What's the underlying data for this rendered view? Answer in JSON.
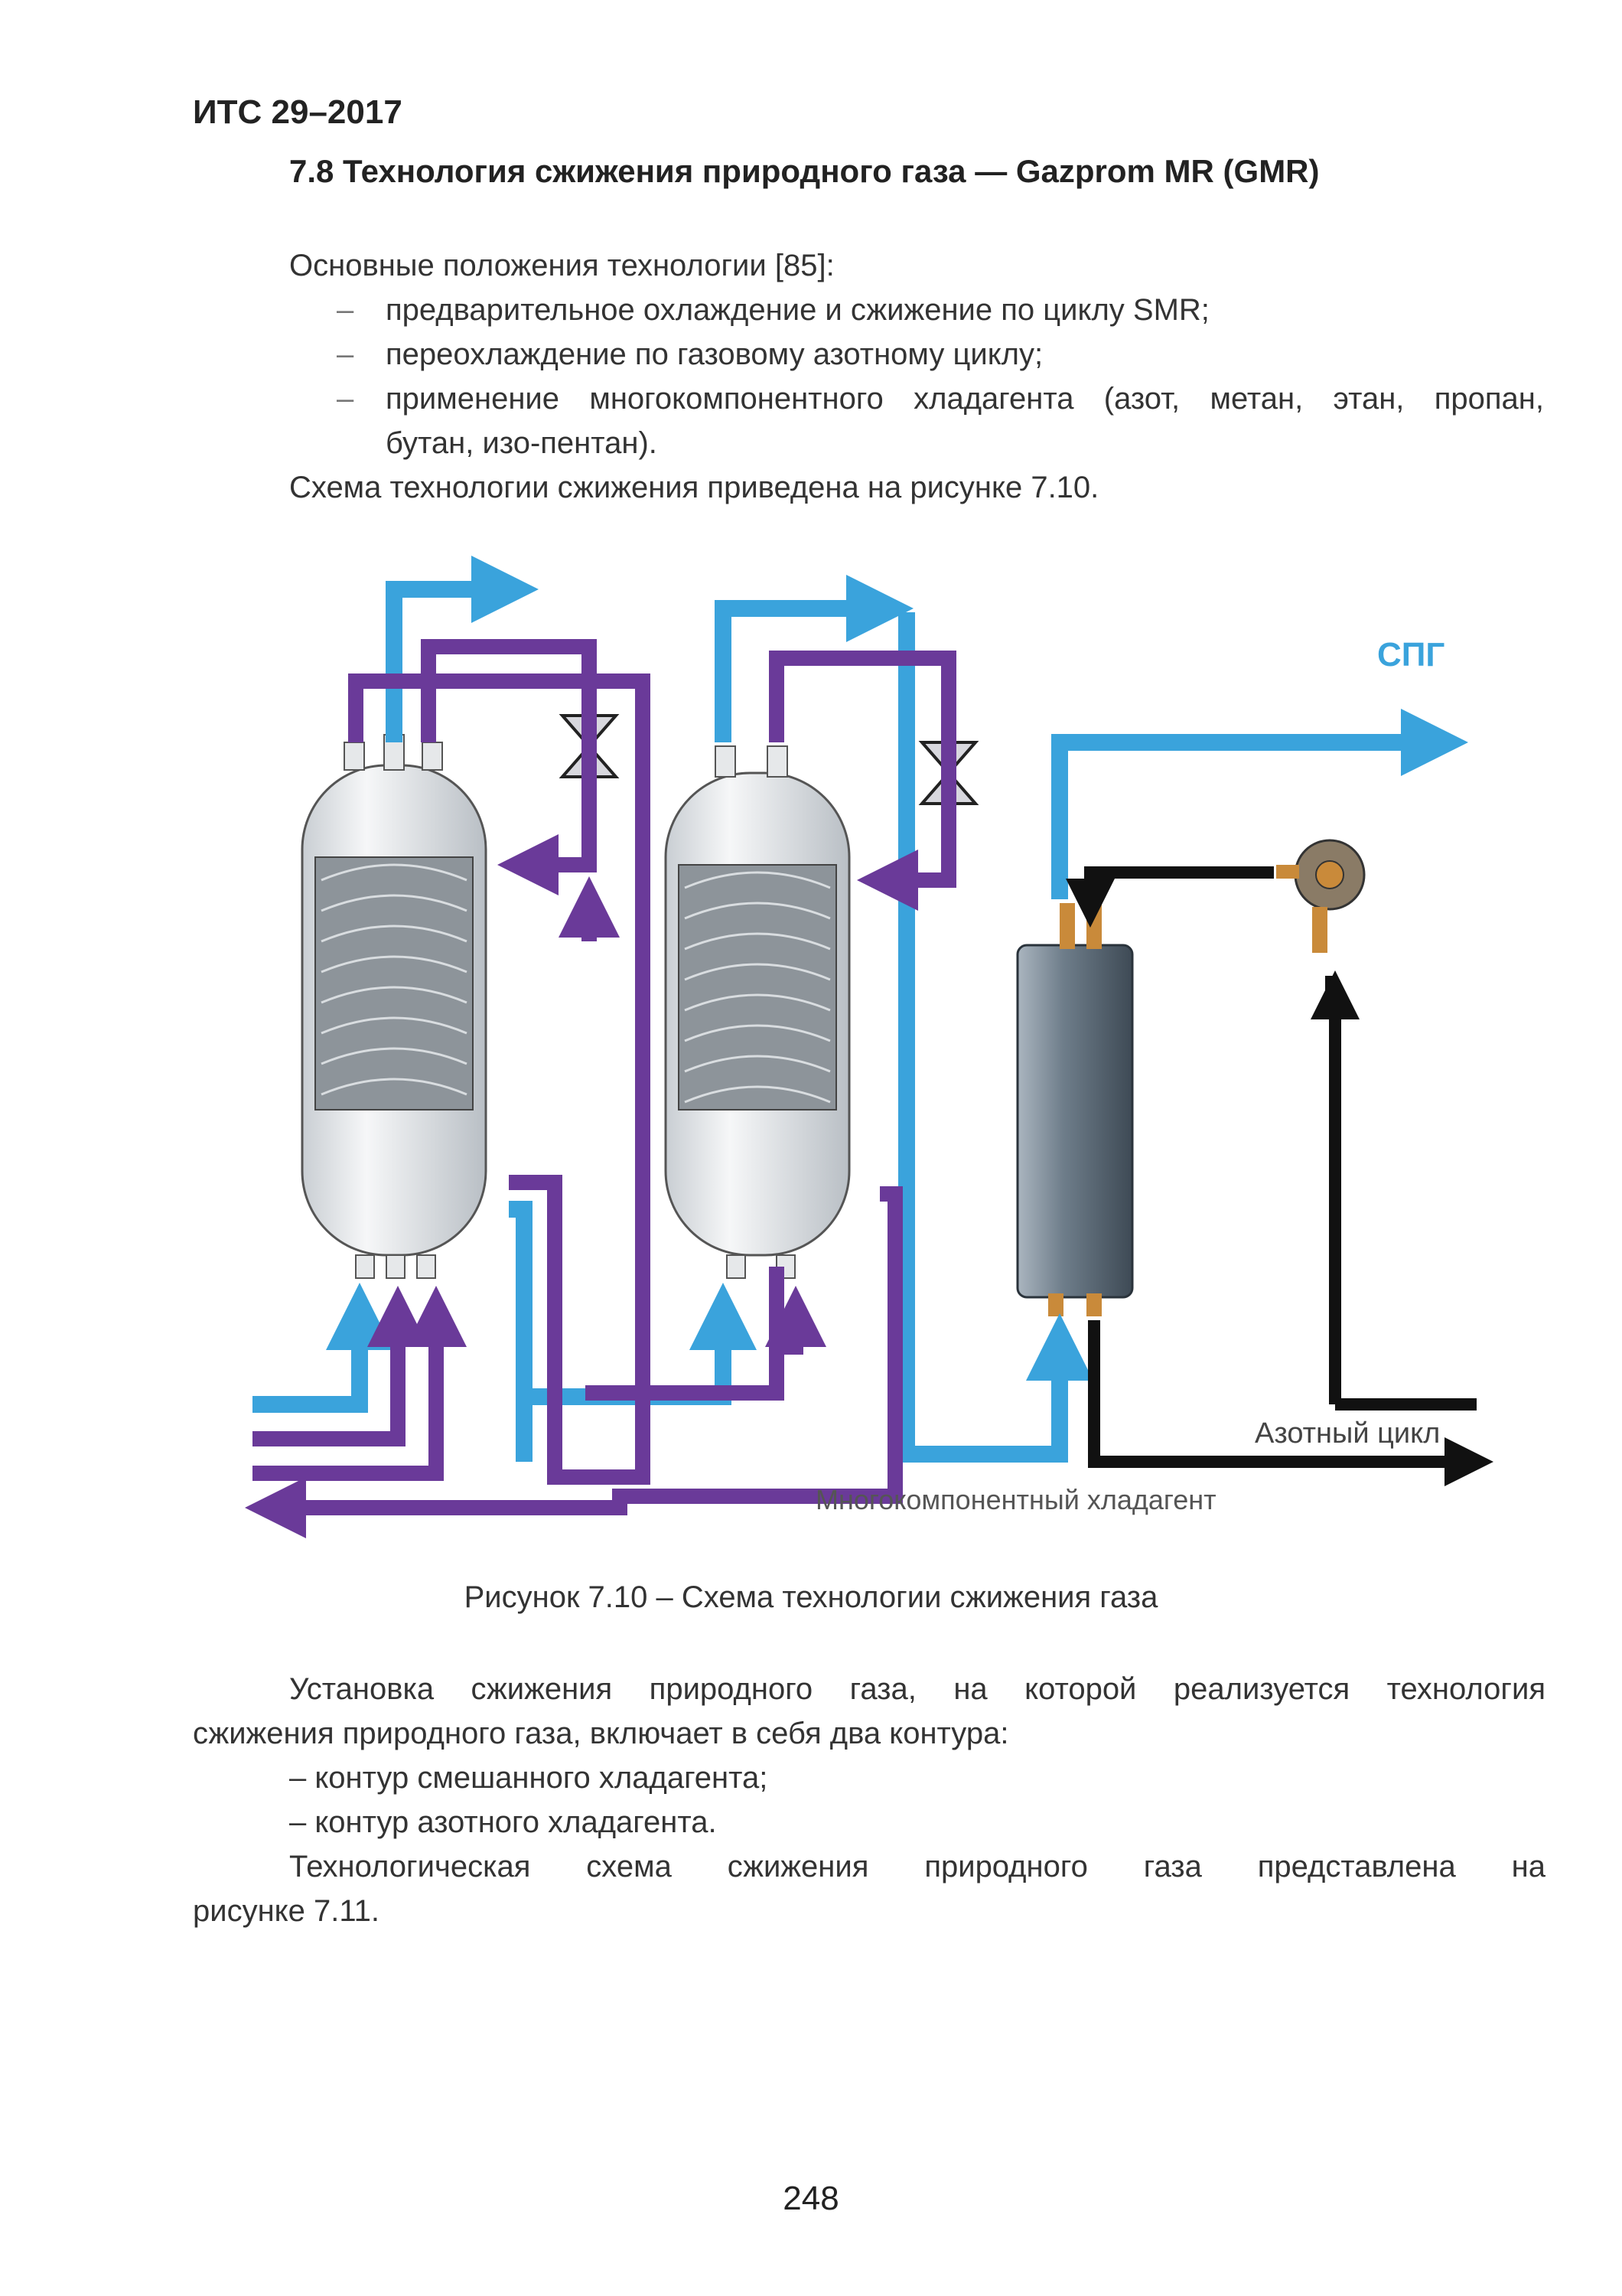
{
  "header": {
    "doc_code": "ИТС 29–2017",
    "section_title": "7.8 Технология сжижения природного газа — Gazprom MR (GMR)"
  },
  "intro": {
    "lead": "Основные положения технологии [85]:",
    "bullet_marker": "–",
    "bullets": [
      "предварительное охлаждение и сжижение по циклу SMR;",
      "переохлаждение по газовому азотному циклу;",
      "применение многокомпонентного хладагента (азот, метан, этан, пропан,",
      "бутан, изо-пентан)."
    ],
    "figure_ref": "Схема технологии сжижения приведена на рисунке 7.10."
  },
  "figure": {
    "label_lng": "СПГ",
    "label_nitrogen": "Азотный цикл",
    "label_mixed": "Многокомпонентный хладагент",
    "colors": {
      "blue": "#3aa3dc",
      "purple": "#6a3a99",
      "black": "#111111",
      "vessel": "#eef0f2",
      "hx": "#5a6a78"
    },
    "caption": "Рисунок 7.10 – Схема технологии сжижения газа"
  },
  "body": {
    "p1_line1": "Установка сжижения природного газа, на которой реализуется технология",
    "p1_line2": "сжижения природного газа, включает в себя два контура:",
    "item1": "– контур смешанного хладагента;",
    "item2": "– контур азотного хладагента.",
    "p2_line1": "Технологическая схема сжижения природного газа представлена на",
    "p2_line2": "рисунке 7.11."
  },
  "page_number": "248"
}
